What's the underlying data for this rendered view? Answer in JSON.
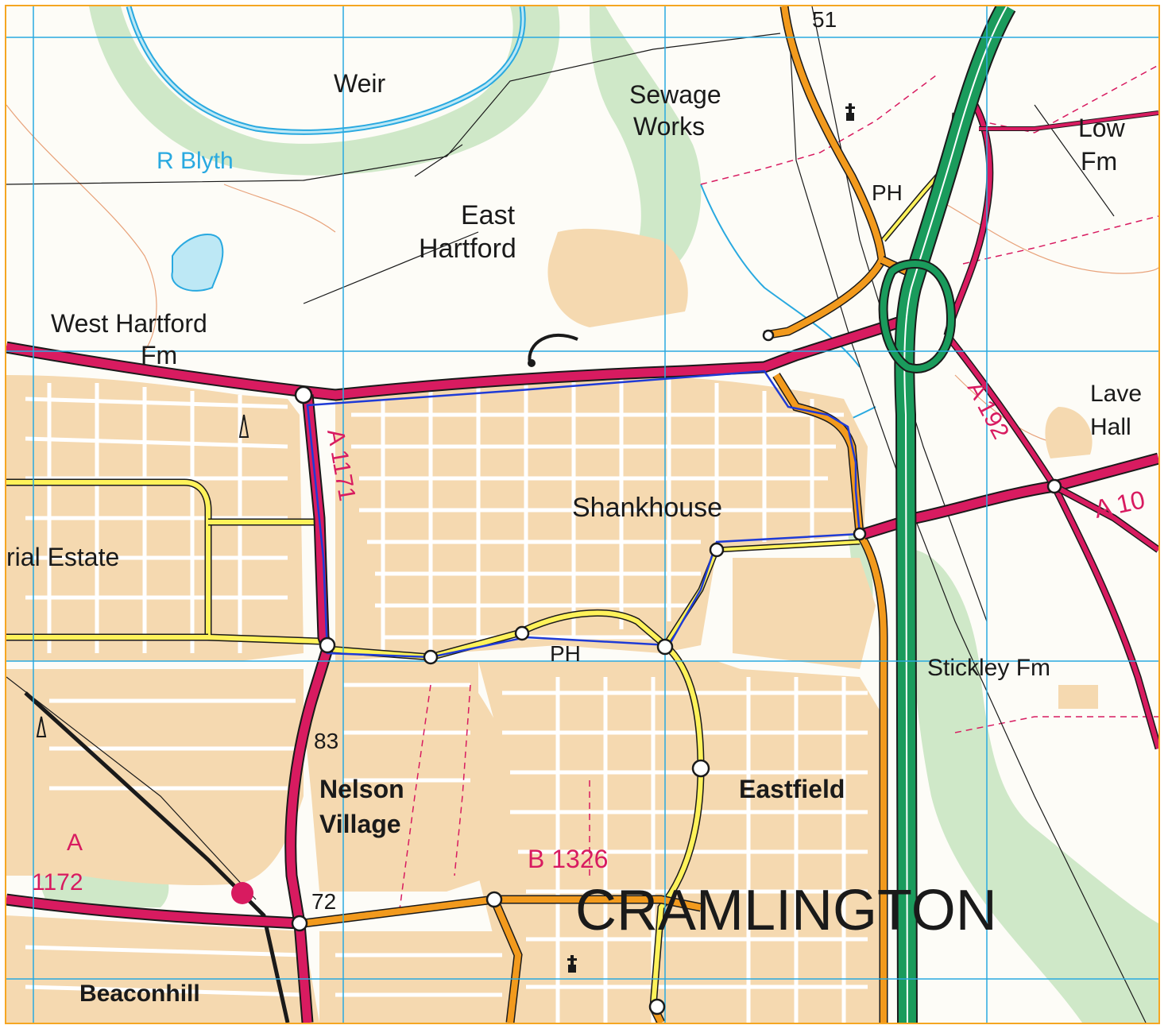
{
  "map": {
    "colors": {
      "background": "#fdfcf7",
      "builtup": "#f5d9b0",
      "grid": "#29a9e0",
      "a_road": "#d81b60",
      "b_road": "#f29a1d",
      "minor_road": "#fff25a",
      "motorway": "#1a9b5c",
      "route": "#1f3bd6",
      "water": "#bde8f5",
      "woodland": "#c8e6c9",
      "frame": "#f5a623"
    },
    "labels": {
      "grid_51": "51",
      "weir": "Weir",
      "r_blyth": "R Blyth",
      "sewage": "Sewage",
      "works": "Works",
      "low": "Low",
      "fm_low": "Fm",
      "ph_north": "PH",
      "east": "East",
      "hartford": "Hartford",
      "west_hartford": "West Hartford",
      "fm_west": "Fm",
      "a192": "A 192",
      "lave": "Lave",
      "hall": "Hall",
      "a1171": "A 1171",
      "industrial_estate": "rial Estate",
      "shankhouse": "Shankhouse",
      "a10": "A 10",
      "ph_south": "PH",
      "stickley_fm": "Stickley Fm",
      "grid_83": "83",
      "nelson": "Nelson",
      "village": "Village",
      "eastfield": "Eastfield",
      "a_1172_a": "A",
      "a_1172_b": "1172",
      "b1326": "B 1326",
      "grid_72": "72",
      "cramlington": "CRAMLINGTON",
      "beaconhill": "Beaconhill"
    },
    "icons": [
      "church-icon",
      "roundabout-icon",
      "bus-station-icon",
      "mast-icon"
    ]
  }
}
